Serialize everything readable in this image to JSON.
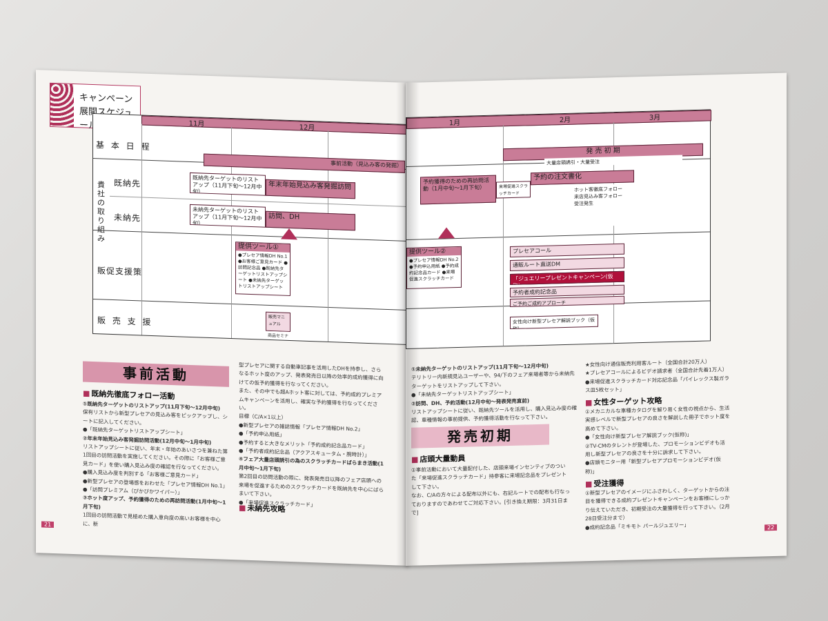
{
  "left": {
    "title": [
      "キャンペーン",
      "展開スケジュール"
    ],
    "months": [
      "11月",
      "12月"
    ],
    "rows": [
      "基 本 日 程",
      "既納先",
      "未納先",
      "販促支援策",
      "販 売 支 援"
    ],
    "row_group": "貴社の取り組み",
    "bars": {
      "b1": "事前活動（見込み客の発掘）",
      "b2": "既納先ターゲットのリストアップ（11月下旬〜12月中旬）",
      "b3": "年末年始見込み客発掘訪問",
      "b4": "未納先ターゲットのリストアップ（11月下旬〜12月中旬）",
      "b5": "訪問、DH",
      "tool1": "提供ツール①",
      "tool1_list": "●プレセア情報DH No.1 ●お客様ご意見カード ●訪問記念品 ●既納先ターゲットリストアップシート ●未納先ターゲットリストアップシート",
      "manual": "販売マニュアル",
      "seminar": "商品セミナー"
    },
    "section": "事前活動",
    "sub1": "既納先徹底フォロー活動",
    "sub2": "未納先攻略",
    "col1": [
      "①既納先ターゲットのリストアップ(11月下旬〜12月中旬)",
      "保有リストから新型プレセアの見込み客をピックアップし、シートに記入してください。",
      "●「既納先ターゲットリストアップシート」",
      "②年末年始見込み客発掘訪問活動(12月中旬〜1月中旬)",
      "リストアップシートに従い、年末・年始のあいさつを兼ねた第1回目の訪問活動を実施してください。その際に「お客様ご意見カード」を使い購入見込み度の確認を行なってください。",
      "●購入見込み度を判別する「お客様ご意見カード」",
      "●新型プレセアの登場感をおわせた「プレセア情報DH No.1」",
      "●「訪問プレミアム（ぴかぴかワイパー）」",
      "③ホット度アップ、予約獲得のための再訪問活動(1月中旬〜1月下旬)",
      "1回目の訪問活動で見極めた購入意向度の高いお客様を中心に、新"
    ],
    "col2": [
      "型プレセアに関する自動車記事を活用したDHを持参し、さらなるホット度のアップ、発表発売日以降の効率的成約獲得に向けての仮予約獲得を行なってください。",
      "また、その中でも超Aホット客に対しては、予約成約プレミアムキャンペーンを活用し、確実な予約獲得を行なってください。",
      "目標（C/A×1以上）",
      "●新型プレセアの雑誌情報「プレセア情報DH No.2」",
      "●「予約申込用紙」",
      "●予約すると大きなメリット「予約成約記念品カード」",
      "●「予約者成約記念品（アクアスキュータム・腕時計）」",
      "④フェア大量店頭誘引の為のスクラッチカードばらまき活動(1月中旬〜1月下旬)",
      "第2回目の訪問活動の際に、発表発売日以降のフェア店頭への来場を促進するためのスクラッチカードを既納先を中心にばらまいて下さい。",
      "●「来場促進スクラッチカード」"
    ],
    "page_num": "21"
  },
  "right": {
    "months": [
      "1月",
      "2月",
      "3月"
    ],
    "bars": {
      "launch": "発 売 初 期",
      "launch_sub": "大量店頭誘引・大量受注",
      "revisit": "予約獲得のための再訪問活動（1月中旬〜1月下旬）",
      "scratch": "来場促進スクラッチカード",
      "reserve": "予約の注文書化",
      "hot": "ホット客徹底フォロー",
      "visit": "来店見込み客フォロー",
      "order": "受注発生",
      "tool2": "提供ツール②",
      "tool2_list": "●プレセア情報DH No.2 ●予約申込用紙 ●予約成約記念品カード ●来場促進スクラッチカード",
      "precall": "プレセアコール",
      "dm": "通販ルート直送DM",
      "jewelry": "「ジュエリープレゼントキャンペーン(仮称)」",
      "gift": "予約者成約記念品",
      "catalog": "ご予約ご成約アプローチ",
      "women": "女性向け新型プレセア解説ブック（仮称）"
    },
    "col1": [
      "①未納先ターゲットのリストアップ(11月下旬〜12月中旬)",
      "テリトリー内新規見込ユーザーや、94/下のフェア来場者等から未納先ターゲットをリストアップして下さい。",
      "●「未納先ターゲットリストアップシート」",
      "②訪問、DH、予約活動(12月中旬〜発表発売直前)",
      "リストアップシートに従い、既納先ツールを活用し、購入見込み度の確認、車種情報の事前提供、予約獲得活動を行なって下さい。"
    ],
    "section": "発売初期",
    "sub1": "店頭大量動員",
    "col1b": [
      "①事前活動において大量配付した、店頭来場インセンティブのついた「来場促進スクラッチカード」持参客に来場記念品をプレゼントして下さい。",
      "なお、C/Aの方々による配布以外にも、右記ルートでの配布も行なっておりますのであわせてご対応下さい。[引き換え期限：3月31日まで]"
    ],
    "col2": [
      "★女性向け通信販売利用客ルート（全国合計20万人）",
      "★プレセアコールによるビデオ請求者（全国合計先着1万人）",
      "●来場促進スクラッチカード対応記念品「パイレックス製ガラス皿5枚セット」"
    ],
    "sub2": "女性ターゲット攻略",
    "col2b": [
      "①メカニカルな車種カタログを解り易く女性の視点から、生活実感レベルで新型プレセアの良さを解説した冊子でホット度を高めて下さい。",
      "●「女性向け新型プレセア解説ブック(仮称)」",
      "②TV-CMのタレントが登場した、プロモーションビデオも活用し新型プレセアの良さを十分に訴求して下さい。",
      "●店頭モニター用「新型プレセアプロモーションビデオ(仮称)」"
    ],
    "sub3": "受注獲得",
    "col2c": [
      "①新型プレセアのイメージにふさわしく、ターゲットからの注目を獲得できる成約プレゼントキャンペーンをお客様にしっかり伝えていただき、初期受注の大量獲得を行って下さい。（2月28日受注分まで）",
      "●成約記念品「ミキモト パールジュエリー」"
    ],
    "page_num": "22"
  }
}
